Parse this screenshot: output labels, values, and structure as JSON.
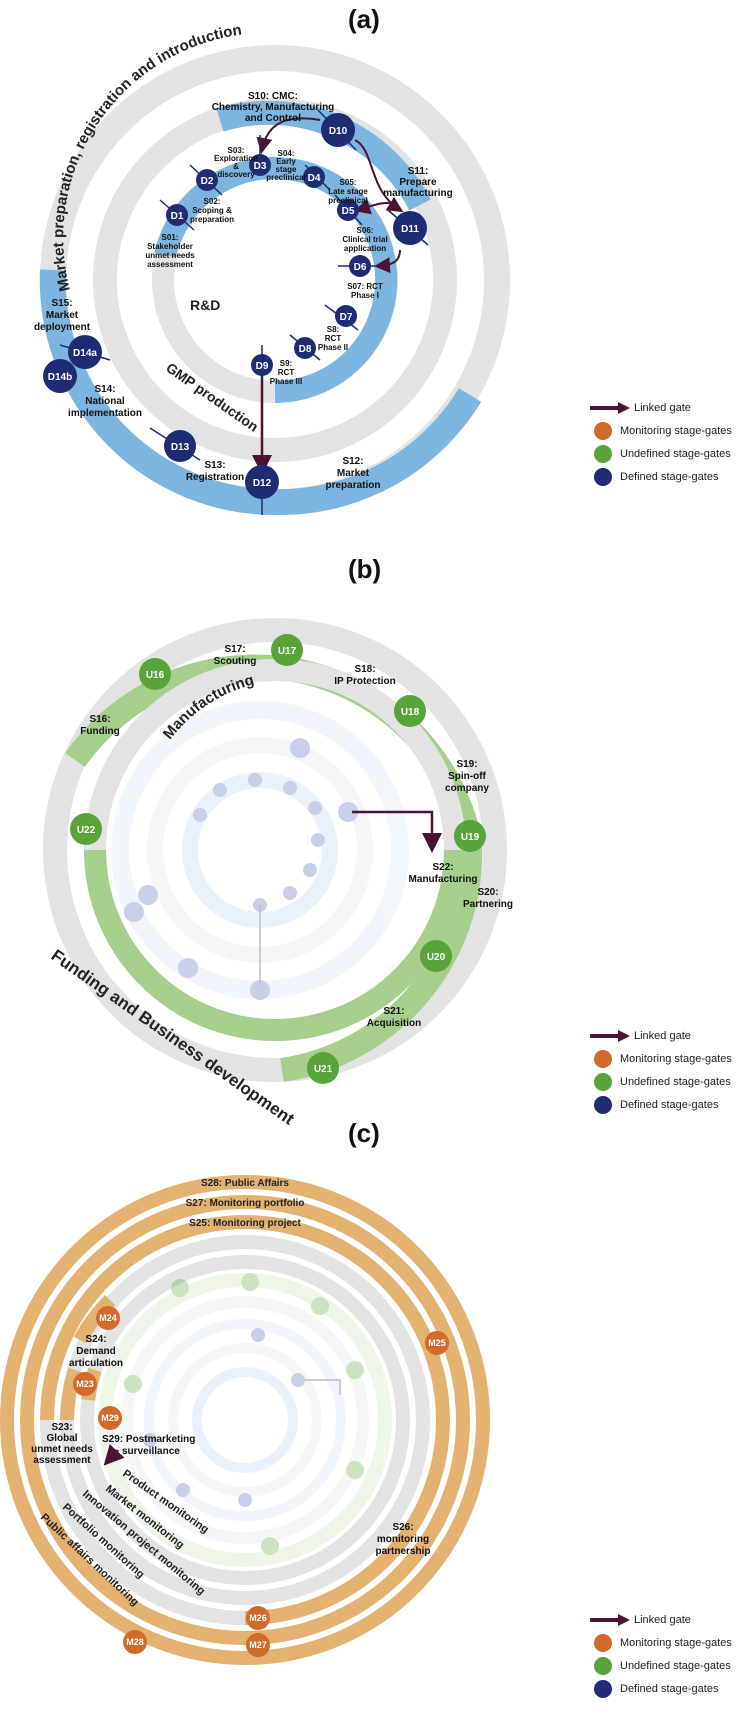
{
  "panels": {
    "a": "(a)",
    "b": "(b)",
    "c": "(c)"
  },
  "legend": {
    "linked": "Linked gate",
    "monitoring": "Monitoring stage-gates",
    "undefined": "Undefined stage-gates",
    "defined": "Defined stage-gates"
  },
  "colors": {
    "defined": "#1f2b73",
    "undefined": "#58a43a",
    "monitoring": "#d26a2c",
    "blue_band": "#7cb6e0",
    "green_band": "#a6cf8c",
    "orange_band": "#e3b170",
    "grey_ring": "#e3e3e3",
    "link_arrow": "#4a1432"
  },
  "panel_a": {
    "ring_titles": {
      "outer": "Market preparation, registration and introduction",
      "middle": "GMP production",
      "inner": "R&D"
    },
    "gates": {
      "d1": "D1",
      "d2": "D2",
      "d3": "D3",
      "d4": "D4",
      "d5": "D5",
      "d6": "D6",
      "d7": "D7",
      "d8": "D8",
      "d9": "D9",
      "d10": "D10",
      "d11": "D11",
      "d12": "D12",
      "d13": "D13",
      "d14a": "D14a",
      "d14b": "D14b"
    },
    "stages": {
      "s01": [
        "S01:",
        "Stakeholder",
        "unmet needs",
        "assessment"
      ],
      "s02": [
        "S02:",
        "Scoping &",
        "preparation"
      ],
      "s03": [
        "S03:",
        "Exploration",
        "&",
        "discovery"
      ],
      "s04": [
        "S04:",
        "Early",
        "stage",
        "preclinical"
      ],
      "s05": [
        "S05:",
        "Late stage",
        "preclinical"
      ],
      "s06": [
        "S06:",
        "Clinical trial",
        "application"
      ],
      "s07": [
        "S07: RCT",
        "Phase I"
      ],
      "s08": [
        "S8:",
        "RCT",
        "Phase II"
      ],
      "s09": [
        "S9:",
        "RCT",
        "Phase III"
      ],
      "s10": [
        "S10: CMC:",
        "Chemistry, Manufacturing",
        "and Control"
      ],
      "s11": [
        "S11:",
        "Prepare",
        "manufacturing"
      ],
      "s12": [
        "S12:",
        "Market",
        "preparation"
      ],
      "s13": [
        "S13:",
        "Registration"
      ],
      "s14": [
        "S14:",
        "National",
        "implementation"
      ],
      "s15": [
        "S15:",
        "Market",
        "deployment"
      ]
    }
  },
  "panel_b": {
    "ring_titles": {
      "manufacturing": "Manufacturing",
      "funding": "Funding and Business development"
    },
    "gates": {
      "u16": "U16",
      "u17": "U17",
      "u18": "U18",
      "u19": "U19",
      "u20": "U20",
      "u21": "U21",
      "u22": "U22"
    },
    "stages": {
      "s16": [
        "S16:",
        "Funding"
      ],
      "s17": [
        "S17:",
        "Scouting"
      ],
      "s18": [
        "S18:",
        "IP Protection"
      ],
      "s19": [
        "S19:",
        "Spin-off",
        "company"
      ],
      "s20": [
        "S20:",
        "Partnering"
      ],
      "s21": [
        "S21:",
        "Acquisition"
      ],
      "s22": [
        "S22:",
        "Manufacturing"
      ]
    }
  },
  "panel_c": {
    "ring_titles": {
      "s28": "S28: Public Affairs",
      "s27": "S27: Monitoring portfolio",
      "s25": "S25: Monitoring project",
      "product": "Product monitoring",
      "market": "Market monitoring",
      "innovation": "Innovation project monitoring",
      "portfolio": "Portfolio monitoring",
      "public": "Public affairs monitoring"
    },
    "gates": {
      "m23": "M23",
      "m24": "M24",
      "m25": "M25",
      "m26": "M26",
      "m27": "M27",
      "m28": "M28",
      "m29": "M29"
    },
    "stages": {
      "s23": [
        "S23:",
        "Global",
        "unmet needs",
        "assessment"
      ],
      "s24": [
        "S24:",
        "Demand",
        "articulation"
      ],
      "s26": [
        "S26:",
        "monitoring",
        "partnership"
      ],
      "s29": [
        "S29: Postmarketing",
        "surveillance"
      ]
    }
  }
}
